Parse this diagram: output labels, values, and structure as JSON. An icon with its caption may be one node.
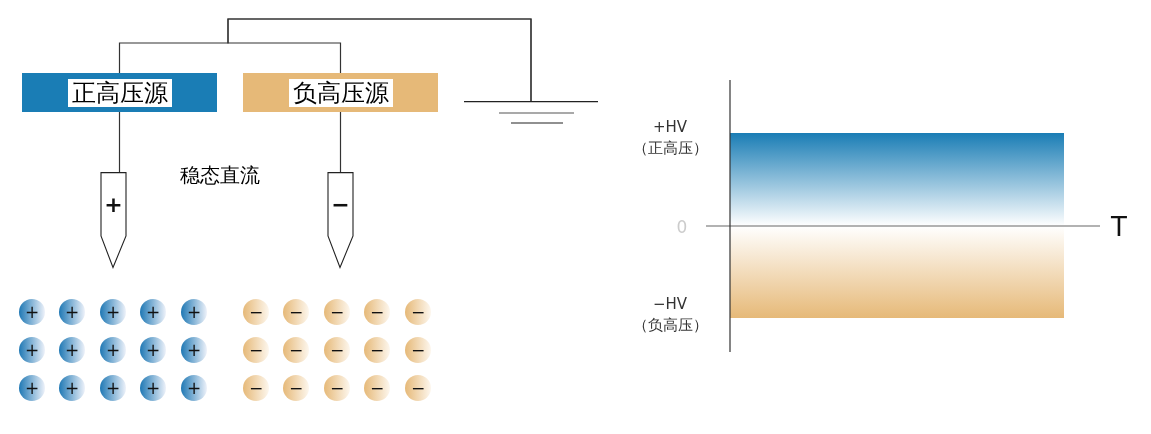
{
  "diagram": {
    "nodes": [
      {
        "text": [
          "正高压源"
        ]
      },
      {
        "text": [
          "负高压源"
        ]
      },
      {
        "text": [],
        "shape": "ground"
      },
      {
        "text": [
          "+"
        ]
      },
      {
        "text": [
          "−"
        ]
      },
      {
        "text": [
          "+"
        ]
      },
      {
        "text": [
          "+"
        ]
      },
      {
        "text": [
          "+"
        ]
      },
      {
        "text": [
          "+"
        ]
      },
      {
        "text": [
          "+"
        ]
      },
      {
        "text": [
          "−"
        ]
      },
      {
        "text": [
          "−"
        ]
      },
      {
        "text": [
          "−"
        ]
      },
      {
        "text": [
          "−"
        ]
      },
      {
        "text": [
          "−"
        ]
      },
      {
        "text": [
          "+"
        ]
      },
      {
        "text": [
          "+"
        ]
      },
      {
        "text": [
          "+"
        ]
      },
      {
        "text": [
          "+"
        ]
      },
      {
        "text": [
          "+"
        ]
      },
      {
        "text": [
          "−"
        ]
      },
      {
        "text": [
          "−"
        ]
      },
      {
        "text": [
          "−"
        ]
      },
      {
        "text": [
          "−"
        ]
      },
      {
        "text": [
          "−"
        ]
      },
      {
        "text": [
          "+"
        ]
      },
      {
        "text": [
          "+"
        ]
      },
      {
        "text": [
          "+"
        ]
      },
      {
        "text": [
          "+"
        ]
      },
      {
        "text": [
          "+"
        ]
      },
      {
        "text": [
          "−"
        ]
      },
      {
        "text": [
          "−"
        ]
      },
      {
        "text": [
          "−"
        ]
      },
      {
        "text": [
          "−"
        ]
      },
      {
        "text": [
          "−"
        ]
      }
    ],
    "edges": [
      {
        "from": 0,
        "to": 2,
        "arrow": "none"
      },
      {
        "from": 1,
        "to": 2,
        "arrow": "none"
      },
      {
        "from": 0,
        "to": 3,
        "arrow": "none"
      },
      {
        "from": 1,
        "to": 4,
        "arrow": "none"
      }
    ],
    "labels": [
      "稳态直流",
      "+HV",
      "（正高压）",
      "0",
      "T",
      "−HV",
      "（负高压）"
    ]
  }
}
